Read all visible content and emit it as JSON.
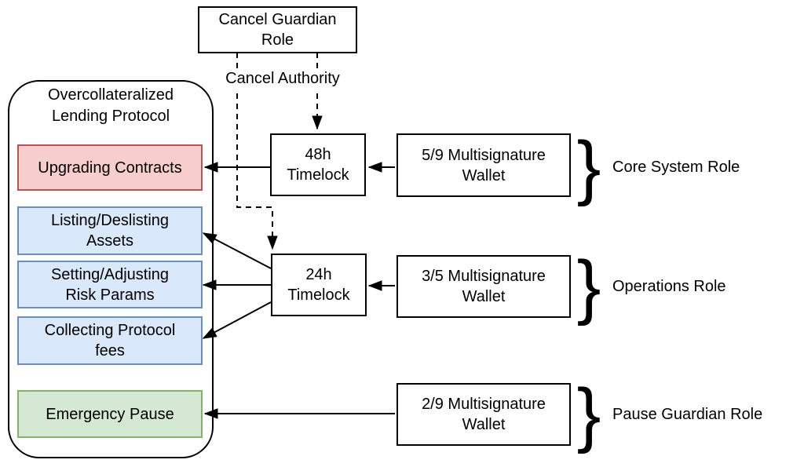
{
  "diagram": {
    "governance": {
      "cancel_guardian": {
        "label": "Cancel Guardian\nRole",
        "authority_label": "Cancel Authority"
      },
      "roles": [
        {
          "name": "core-system",
          "label": "Core System Role",
          "timelock": "48h\nTimelock",
          "wallet": "5/9 Multisignature\nWallet"
        },
        {
          "name": "operations",
          "label": "Operations Role",
          "timelock": "24h\nTimelock",
          "wallet": "3/5 Multisignature\nWallet"
        },
        {
          "name": "pause-guardian",
          "label": "Pause Guardian Role",
          "wallet": "2/9 Multisignature\nWallet"
        }
      ],
      "brace_glyph": "}"
    },
    "lending_protocol": {
      "title": "Overcollateralized\nLending Protocol",
      "functions": [
        {
          "name": "upgrading-contracts",
          "label": "Upgrading Contracts",
          "controlled_by": "core-system"
        },
        {
          "name": "listing-deslisting-assets",
          "label": "Listing/Deslisting\nAssets",
          "controlled_by": "operations"
        },
        {
          "name": "setting-adjusting-risk-params",
          "label": "Setting/Adjusting\nRisk Params",
          "controlled_by": "operations"
        },
        {
          "name": "collecting-protocol-fees",
          "label": "Collecting Protocol\nfees",
          "controlled_by": "operations"
        },
        {
          "name": "emergency-pause",
          "label": "Emergency Pause",
          "controlled_by": "pause-guardian"
        }
      ]
    },
    "colors": {
      "core_fill": "#f8cecc",
      "core_border": "#b85450",
      "ops_fill": "#dae8fc",
      "ops_border": "#6c8ebf",
      "pause_fill": "#d5e8d4",
      "pause_border": "#82b366",
      "line": "#000000",
      "background": "#ffffff"
    }
  }
}
